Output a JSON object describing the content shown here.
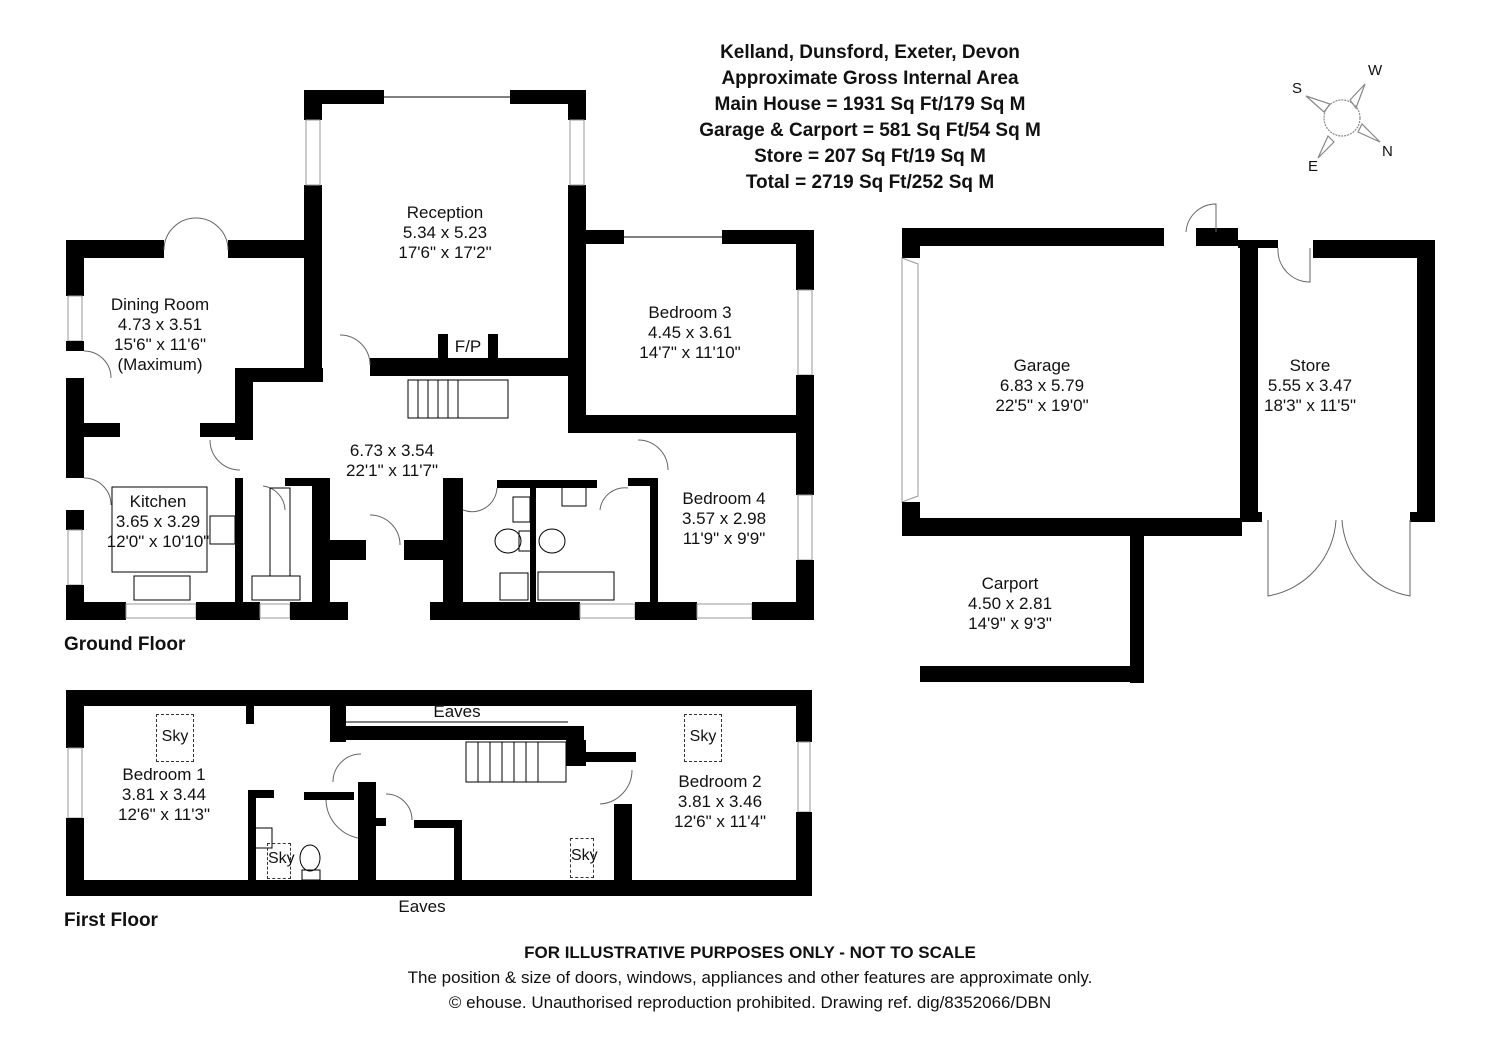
{
  "header": {
    "address": "Kelland, Dunsford, Exeter, Devon",
    "subtitle": "Approximate Gross Internal Area",
    "areas": [
      "Main House = 1931 Sq Ft/179 Sq M",
      "Garage & Carport = 581 Sq Ft/54 Sq M",
      "Store = 207 Sq Ft/19 Sq M",
      "Total = 2719 Sq Ft/252 Sq M"
    ]
  },
  "compass": {
    "n": "N",
    "s": "S",
    "e": "E",
    "w": "W"
  },
  "floors": {
    "ground": "Ground Floor",
    "first": "First Floor"
  },
  "rooms": {
    "reception": {
      "name": "Reception",
      "metric": "5.34 x 5.23",
      "imperial": "17'6\" x 17'2\""
    },
    "fireplace": "F/P",
    "dining": {
      "name": "Dining Room",
      "metric": "4.73 x 3.51",
      "imperial": "15'6\" x 11'6\"",
      "note": "(Maximum)"
    },
    "bedroom3": {
      "name": "Bedroom 3",
      "metric": "4.45 x 3.61",
      "imperial": "14'7\" x 11'10\""
    },
    "hall": {
      "metric": "6.73 x 3.54",
      "imperial": "22'1\" x 11'7\""
    },
    "kitchen": {
      "name": "Kitchen",
      "metric": "3.65 x 3.29",
      "imperial": "12'0\" x 10'10\""
    },
    "bedroom4": {
      "name": "Bedroom 4",
      "metric": "3.57 x 2.98",
      "imperial": "11'9\" x 9'9\""
    },
    "garage": {
      "name": "Garage",
      "metric": "6.83 x 5.79",
      "imperial": "22'5\" x 19'0\""
    },
    "store": {
      "name": "Store",
      "metric": "5.55 x 3.47",
      "imperial": "18'3\" x 11'5\""
    },
    "carport": {
      "name": "Carport",
      "metric": "4.50 x 2.81",
      "imperial": "14'9\" x 9'3\""
    },
    "bedroom1": {
      "name": "Bedroom 1",
      "metric": "3.81 x 3.44",
      "imperial": "12'6\" x 11'3\""
    },
    "bedroom2": {
      "name": "Bedroom 2",
      "metric": "3.81 x 3.46",
      "imperial": "12'6\" x 11'4\""
    },
    "eaves_top": "Eaves",
    "eaves_bottom": "Eaves",
    "sky": "Sky"
  },
  "footer": {
    "disclaimer": "FOR ILLUSTRATIVE PURPOSES ONLY - NOT TO SCALE",
    "note": "The position & size of doors, windows, appliances and other features are approximate only.",
    "copyright": "© ehouse. Unauthorised reproduction prohibited. Drawing ref. dig/8352066/DBN"
  }
}
